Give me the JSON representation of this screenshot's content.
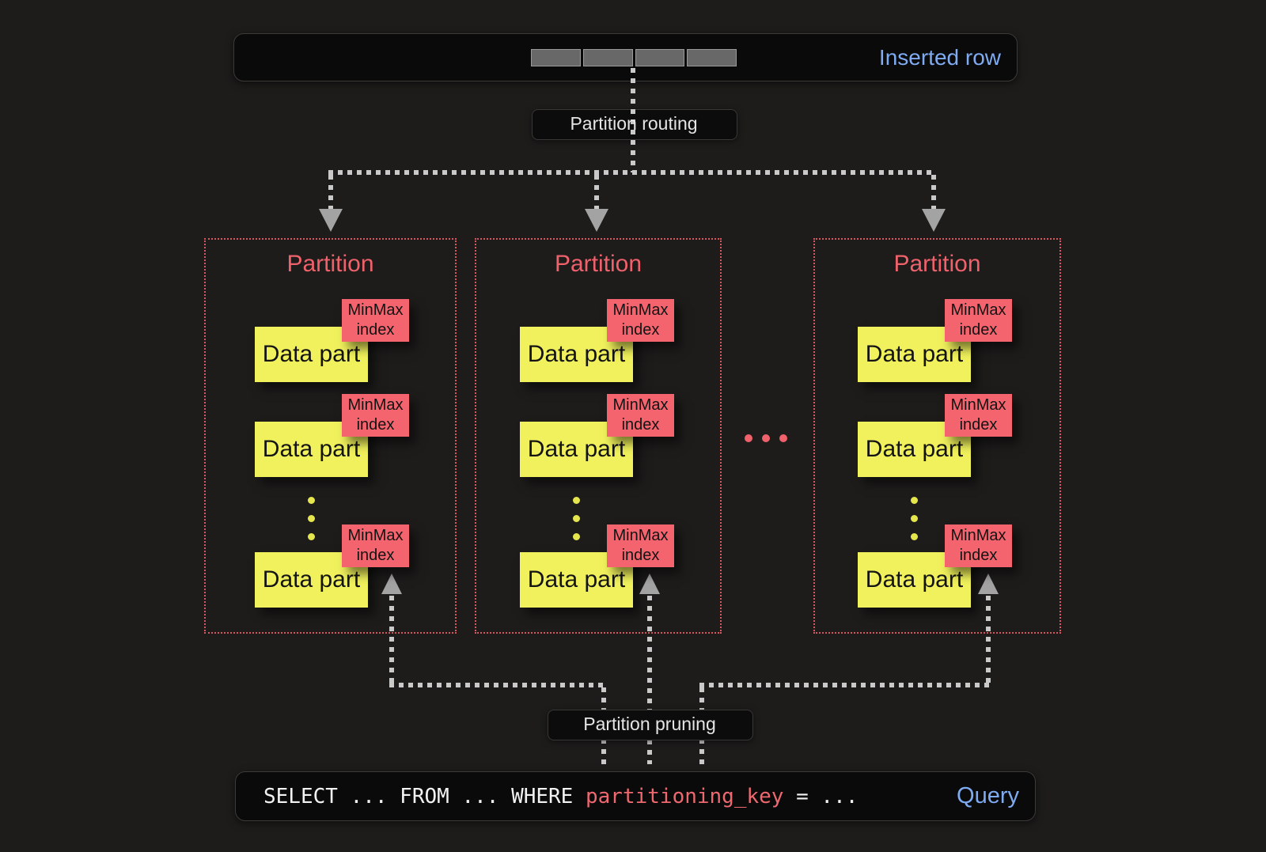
{
  "inserted_row": {
    "label": "Inserted row",
    "cell_count": 4
  },
  "labels": {
    "routing": "Partition routing",
    "pruning": "Partition pruning"
  },
  "partitions": [
    {
      "title": "Partition",
      "parts": [
        {
          "label": "Data part",
          "index1": "MinMax",
          "index2": "index"
        },
        {
          "label": "Data part",
          "index1": "MinMax",
          "index2": "index"
        },
        {
          "label": "Data part",
          "index1": "MinMax",
          "index2": "index"
        }
      ]
    },
    {
      "title": "Partition",
      "parts": [
        {
          "label": "Data part",
          "index1": "MinMax",
          "index2": "index"
        },
        {
          "label": "Data part",
          "index1": "MinMax",
          "index2": "index"
        },
        {
          "label": "Data part",
          "index1": "MinMax",
          "index2": "index"
        }
      ]
    },
    {
      "title": "Partition",
      "parts": [
        {
          "label": "Data part",
          "index1": "MinMax",
          "index2": "index"
        },
        {
          "label": "Data part",
          "index1": "MinMax",
          "index2": "index"
        },
        {
          "label": "Data part",
          "index1": "MinMax",
          "index2": "index"
        }
      ]
    }
  ],
  "more_partitions": "...",
  "query": {
    "prefix": "SELECT ... FROM ... WHERE ",
    "key": "partitioning_key",
    "suffix": " = ...",
    "label": "Query"
  },
  "colors": {
    "background": "#1d1c1b",
    "panel": "#0a0a0a",
    "accent_blue": "#7fabf2",
    "accent_red": "#ef626c",
    "data_part_yellow": "#f0f15c",
    "minmax_red": "#f4646e",
    "line_gray": "#c9c9c9",
    "arrow_gray": "#a3a3a3",
    "sql_key_red": "#ee686f"
  }
}
